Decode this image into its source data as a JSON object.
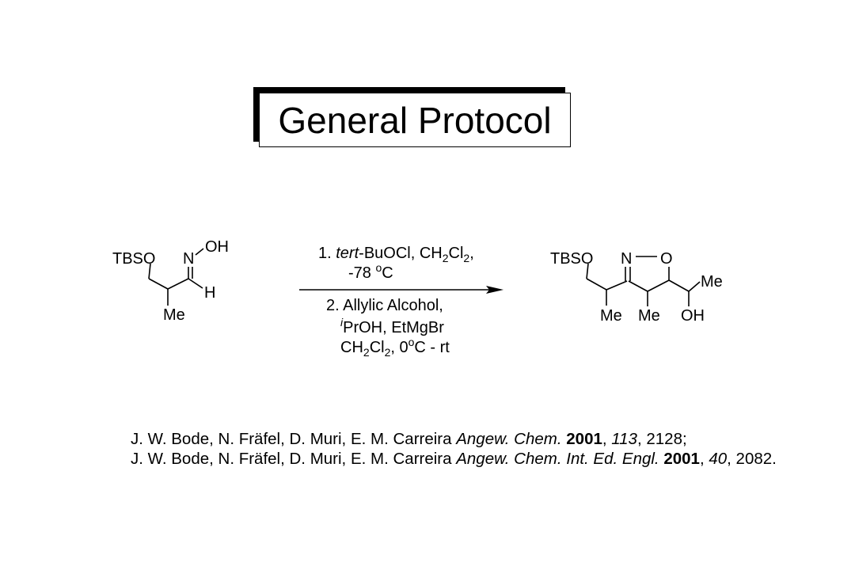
{
  "title": "General Protocol",
  "reactant": {
    "tbso": "TBSO",
    "n": "N",
    "oh": "OH",
    "h": "H",
    "me": "Me"
  },
  "product": {
    "tbso": "TBSO",
    "n": "N",
    "o": "O",
    "me1": "Me",
    "me2": "Me",
    "me3": "Me",
    "oh": "OH"
  },
  "conditions": {
    "step1_num": "1. ",
    "step1_reagent_italic": "tert",
    "step1_reagent_rest": "-BuOCl, CH",
    "step1_sub2": "2",
    "step1_cl": "Cl",
    "step1_sub2b": "2",
    "step1_comma": ",",
    "step1_temp": "-78 ",
    "step1_deg": "o",
    "step1_c": "C",
    "step2_text": "2. Allylic Alcohol,",
    "step2_i": "i",
    "step2_rest": "PrOH, EtMgBr",
    "step2_ch": "CH",
    "step2_sub2": "2",
    "step2_cl": "Cl",
    "step2_sub2b": "2",
    "step2_temp": ", 0",
    "step2_deg": "o",
    "step2_end": "C - rt"
  },
  "references": [
    {
      "authors": "J. W. Bode, N. Fräfel, D. Muri, E. M. Carreira ",
      "journal": "Angew. Chem.",
      "year": "2001",
      "volume": "113",
      "pages": ", 2128;"
    },
    {
      "authors": "J. W. Bode, N. Fräfel, D. Muri, E. M. Carreira ",
      "journal": "Angew. Chem. Int. Ed. Engl.",
      "year": "2001",
      "volume": "40",
      "pages": ", 2082."
    }
  ]
}
